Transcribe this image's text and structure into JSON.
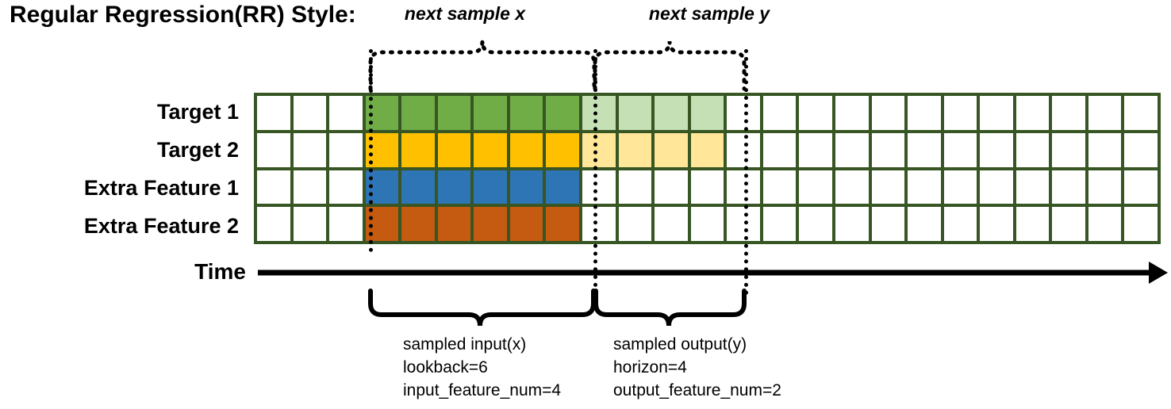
{
  "title": "Regular Regression(RR) Style:",
  "rows": [
    {
      "label": "Target 1",
      "kind": "target",
      "color": "#70AD47",
      "light_color": "#C5E0B4"
    },
    {
      "label": "Target 2",
      "kind": "target",
      "color": "#FFC000",
      "light_color": "#FFE699"
    },
    {
      "label": "Extra Feature 1",
      "kind": "feature",
      "color": "#2E75B6",
      "light_color": null
    },
    {
      "label": "Extra Feature 2",
      "kind": "feature",
      "color": "#C55A11",
      "light_color": null
    }
  ],
  "grid": {
    "total_columns": 25,
    "leading_blank_columns": 3,
    "input_columns": 6,
    "output_columns": 4,
    "trailing_blank_columns": 12,
    "border_color": "#375623",
    "empty_cell_color": "#FFFFFF"
  },
  "top_braces": [
    {
      "label": "next sample x"
    },
    {
      "label": "next sample y"
    }
  ],
  "time_axis": {
    "label": "Time"
  },
  "bottom_braces": [
    {
      "title": "sampled input(x)",
      "line2": "lookback=6",
      "line3": "input_feature_num=4"
    },
    {
      "title": "sampled output(y)",
      "line2": "horizon=4",
      "line3": "output_feature_num=2"
    }
  ]
}
